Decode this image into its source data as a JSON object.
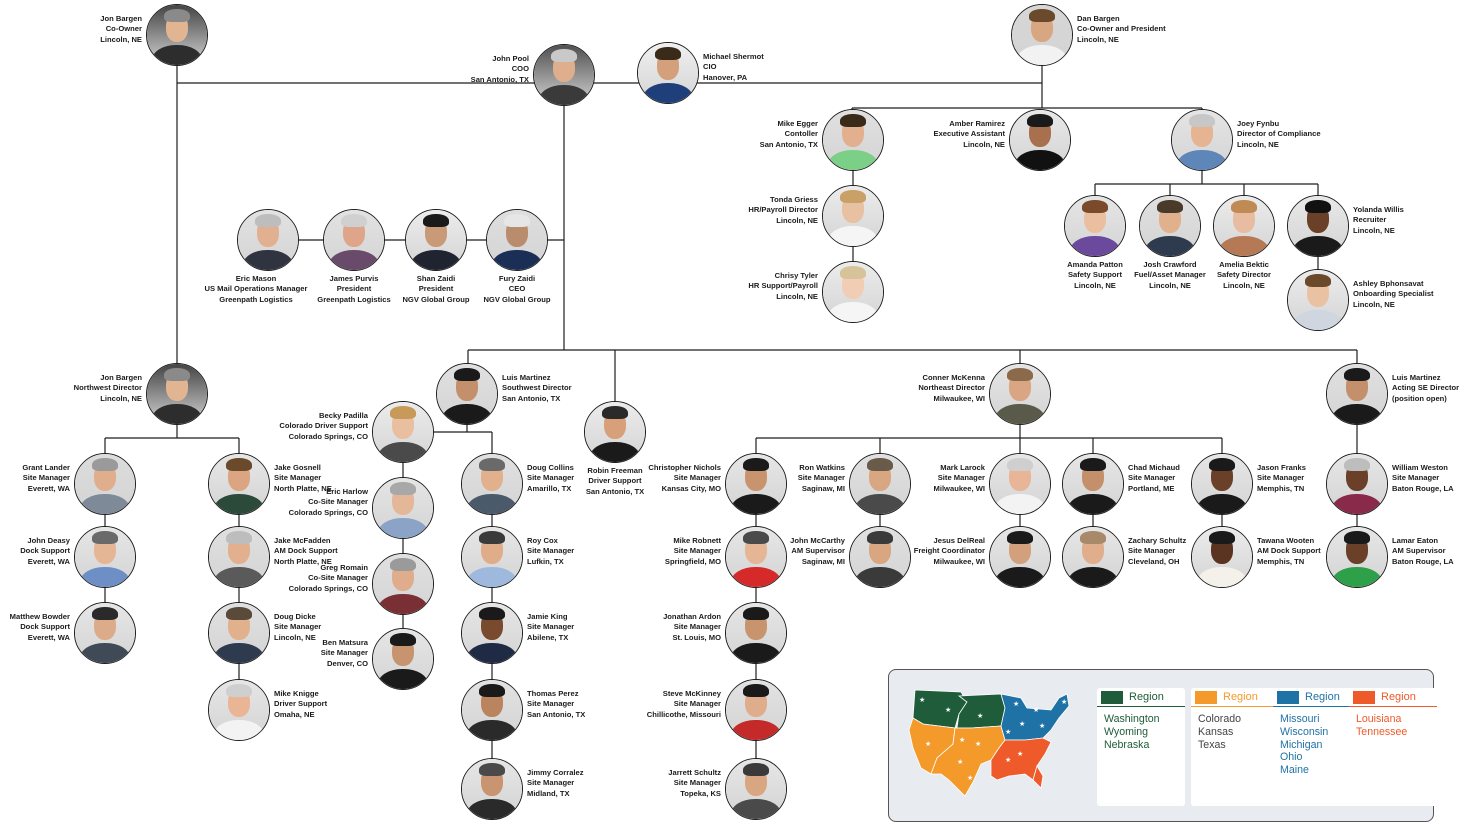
{
  "people": {
    "jon_owner": {
      "name": "Jon Bargen",
      "title": "Co-Owner",
      "loc": "Lincoln, NE"
    },
    "dan": {
      "name": "Dan Bargen",
      "title": "Co-Owner and President",
      "loc": "Lincoln, NE"
    },
    "john_pool": {
      "name": "John Pool",
      "title": "COO",
      "loc": "San Antonio, TX"
    },
    "michael": {
      "name": "Michael Shermot",
      "title": "CIO",
      "loc": "Hanover, PA"
    },
    "mike_egger": {
      "name": "Mike Egger",
      "title": "Contoller",
      "loc": "San Antonio, TX"
    },
    "amber": {
      "name": "Amber Ramirez",
      "title": "Executive Assistant",
      "loc": "Lincoln, NE"
    },
    "joey": {
      "name": "Joey Fynbu",
      "title": "Director of Compliance",
      "loc": "Lincoln, NE"
    },
    "tonda": {
      "name": "Tonda Griess",
      "title": "HR/Payroll Director",
      "loc": "Lincoln, NE"
    },
    "chrisy": {
      "name": "Chrisy Tyler",
      "title": "HR Support/Payroll",
      "loc": "Lincoln, NE"
    },
    "amanda": {
      "name": "Amanda Patton",
      "title": "Safety Support",
      "loc": "Lincoln, NE"
    },
    "josh": {
      "name": "Josh Crawford",
      "title": "Fuel/Asset Manager",
      "loc": "Lincoln, NE"
    },
    "amelia": {
      "name": "Amelia Bektic",
      "title": "Safety Director",
      "loc": "Lincoln, NE"
    },
    "yolanda": {
      "name": "Yolanda Willis",
      "title": "Recruiter",
      "loc": "Lincoln, NE"
    },
    "ashley": {
      "name": "Ashley Bphonsavat",
      "title": "Onboarding Specialist",
      "loc": "Lincoln, NE"
    },
    "eric_mason": {
      "name": "Eric Mason",
      "title": "US Mail Operations Manager",
      "loc": "Greenpath Logistics"
    },
    "james": {
      "name": "James Purvis",
      "title": "President",
      "loc": "Greenpath Logistics"
    },
    "shan": {
      "name": "Shan Zaidi",
      "title": "President",
      "loc": "NGV Global Group"
    },
    "fury": {
      "name": "Fury Zaidi",
      "title": "CEO",
      "loc": "NGV Global Group"
    },
    "jon_nw": {
      "name": "Jon Bargen",
      "title": "Northwest Director",
      "loc": "Lincoln, NE"
    },
    "grant": {
      "name": "Grant Lander",
      "title": "Site Manager",
      "loc": "Everett, WA"
    },
    "jake_g": {
      "name": "Jake Gosnell",
      "title": "Site Manager",
      "loc": "North Platte, NE"
    },
    "john_d": {
      "name": "John Deasy",
      "title": "Dock Support",
      "loc": "Everett, WA"
    },
    "jake_m": {
      "name": "Jake McFadden",
      "title": "AM Dock Support",
      "loc": "North Platte, NE"
    },
    "matthew": {
      "name": "Matthew Bowder",
      "title": "Dock Support",
      "loc": "Everett, WA"
    },
    "doug_d": {
      "name": "Doug Dicke",
      "title": "Site Manager",
      "loc": "Lincoln, NE"
    },
    "mike_k": {
      "name": "Mike Knigge",
      "title": "Driver Support",
      "loc": "Omaha, NE"
    },
    "luis_sw": {
      "name": "Luis Martinez",
      "title": "Southwest Director",
      "loc": "San Antonio, TX"
    },
    "becky": {
      "name": "Becky Padilla",
      "title": "Colorado Driver Support",
      "loc": "Colorado Springs, CO"
    },
    "eric_h": {
      "name": "Eric Harlow",
      "title": "Co-Site Manager",
      "loc": "Colorado Springs, CO"
    },
    "greg": {
      "name": "Greg Romain",
      "title": "Co-Site Manager",
      "loc": "Colorado Springs, CO"
    },
    "ben": {
      "name": "Ben Matsura",
      "title": "Site Manager",
      "loc": "Denver, CO"
    },
    "doug_c": {
      "name": "Doug Collins",
      "title": "Site Manager",
      "loc": "Amarillo, TX"
    },
    "roy": {
      "name": "Roy Cox",
      "title": "Site Manager",
      "loc": "Lufkin, TX"
    },
    "jamie": {
      "name": "Jamie King",
      "title": "Site Manager",
      "loc": "Abilene, TX"
    },
    "thomas": {
      "name": "Thomas Perez",
      "title": "Site Manager",
      "loc": "San Antonio, TX"
    },
    "jimmy": {
      "name": "Jimmy Corralez",
      "title": "Site Manager",
      "loc": "Midland, TX"
    },
    "robin": {
      "name": "Robin Freeman",
      "title": "Driver Support",
      "loc": "San Antonio, TX"
    },
    "conner": {
      "name": "Conner McKenna",
      "title": "Northeast Director",
      "loc": "Milwaukee, WI"
    },
    "christopher": {
      "name": "Christopher Nichols",
      "title": "Site Manager",
      "loc": "Kansas City, MO"
    },
    "ron": {
      "name": "Ron Watkins",
      "title": "Site Manager",
      "loc": "Saginaw, MI"
    },
    "mark": {
      "name": "Mark Larock",
      "title": "Site Manager",
      "loc": "Milwaukee, WI"
    },
    "chad": {
      "name": "Chad Michaud",
      "title": "Site Manager",
      "loc": "Portland, ME"
    },
    "jason": {
      "name": "Jason Franks",
      "title": "Site Manager",
      "loc": "Memphis, TN"
    },
    "mike_r": {
      "name": "Mike Robnett",
      "title": "Site Manager",
      "loc": "Springfield, MO"
    },
    "john_m": {
      "name": "John McCarthy",
      "title": "AM Supervisor",
      "loc": "Saginaw, MI"
    },
    "jesus": {
      "name": "Jesus DelReal",
      "title": "Freight Coordinator",
      "loc": "Milwaukee, WI"
    },
    "zachary": {
      "name": "Zachary Schultz",
      "title": "Site Manager",
      "loc": "Cleveland, OH"
    },
    "tawana": {
      "name": "Tawana Wooten",
      "title": "AM Dock Support",
      "loc": "Memphis, TN"
    },
    "jonathan": {
      "name": "Jonathan Ardon",
      "title": "Site Manager",
      "loc": "St. Louis, MO"
    },
    "steve": {
      "name": "Steve McKinney",
      "title": "Site Manager",
      "loc": "Chillicothe, Missouri"
    },
    "jarrett": {
      "name": "Jarrett Schultz",
      "title": "Site Manager",
      "loc": "Topeka, KS"
    },
    "luis_se": {
      "name": "Luis Martinez",
      "title": "Acting SE Director",
      "loc": "(position open)"
    },
    "william": {
      "name": "William Weston",
      "title": "Site Manager",
      "loc": "Baton Rouge, LA"
    },
    "lamar": {
      "name": "Lamar Eaton",
      "title": "AM Supervisor",
      "loc": "Baton Rouge, LA"
    }
  },
  "legend": {
    "regions": [
      {
        "label": "Region",
        "color": "#1f5c3a",
        "states": [
          "Washington",
          "Wyoming",
          "Nebraska"
        ]
      },
      {
        "label": "Region",
        "color": "#f39a2b",
        "states": [
          "Colorado",
          "Kansas",
          "Texas"
        ],
        "text_color": "#444444"
      },
      {
        "label": "Region",
        "color": "#1f72a6",
        "states": [
          "Missouri",
          "Wisconsin",
          "Michigan",
          "Ohio",
          "Maine"
        ]
      },
      {
        "label": "Region",
        "color": "#ee5a2a",
        "states": [
          "Louisiana",
          "Tennessee"
        ]
      }
    ]
  }
}
